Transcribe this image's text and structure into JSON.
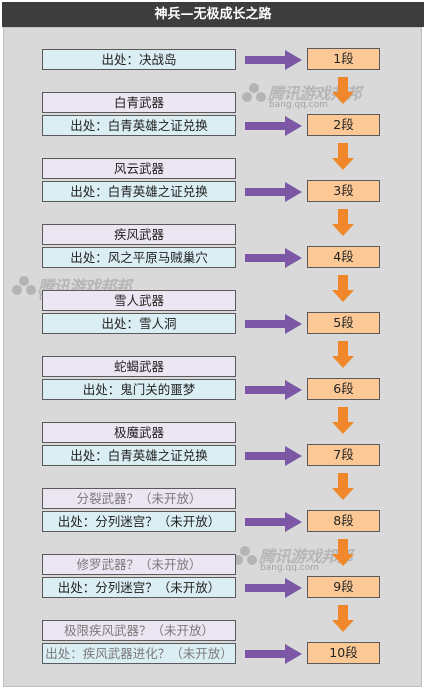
{
  "title": "神兵—无极成长之路",
  "watermark": {
    "logo_text": "腾讯游戏邦邦",
    "url": "bang.qq.com"
  },
  "colors": {
    "name_box": "#ece6f3",
    "source_box": "#daeef4",
    "level_box": "#fcc996",
    "arrow_right": "#7b57a6",
    "arrow_down": "#f0872a"
  },
  "stages": [
    {
      "weapon": "",
      "source": "出处：决战岛",
      "level": "1段",
      "available": true
    },
    {
      "weapon": "白青武器",
      "source": "出处：白青英雄之证兑换",
      "level": "2段",
      "available": true
    },
    {
      "weapon": "风云武器",
      "source": "出处：白青英雄之证兑换",
      "level": "3段",
      "available": true
    },
    {
      "weapon": "疾风武器",
      "source": "出处：风之平原马贼巢穴",
      "level": "4段",
      "available": true
    },
    {
      "weapon": "雪人武器",
      "source": "出处：雪人洞",
      "level": "5段",
      "available": true
    },
    {
      "weapon": "蛇蝎武器",
      "source": "出处：鬼门关的噩梦",
      "level": "6段",
      "available": true
    },
    {
      "weapon": "极魔武器",
      "source": "出处：白青英雄之证兑换",
      "level": "7段",
      "available": true
    },
    {
      "weapon": "分裂武器？（未开放）",
      "source": "出处：分列迷宫？（未开放）",
      "level": "8段",
      "available": false
    },
    {
      "weapon": "修罗武器？（未开放）",
      "source": "出处：分列迷宫？（未开放）",
      "level": "9段",
      "available": false
    },
    {
      "weapon": "极限疾风武器？（未开放）",
      "source": "出处：疾风武器进化？（未开放）",
      "level": "10段",
      "available": false
    }
  ]
}
